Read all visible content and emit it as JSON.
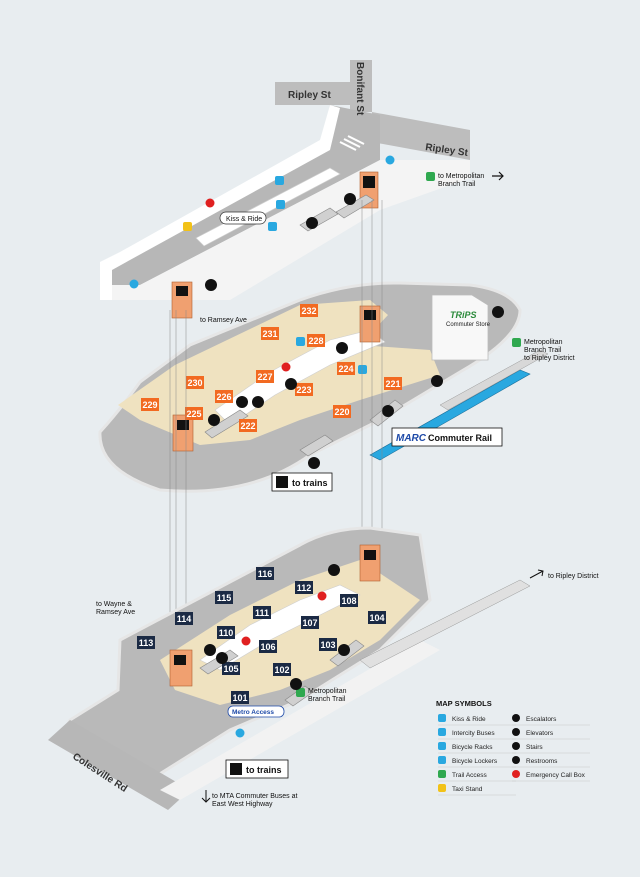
{
  "streets": {
    "ripley_left": "Ripley St",
    "bonifant": "Bonifant St",
    "ripley_right": "Ripley St",
    "colesville": "Colesville Rd"
  },
  "upper_level": {
    "kiss_ride_label": "Kiss & Ride",
    "trail_label_1": "to Metropolitan",
    "trail_label_2": "Branch Trail",
    "ramsey_label": "to Ramsey Ave"
  },
  "middle_level": {
    "bays": [
      "232",
      "231",
      "228",
      "230",
      "227",
      "224",
      "221",
      "229",
      "225",
      "226",
      "223",
      "222",
      "220"
    ],
    "trips_logo": "TRiPS",
    "trips_sub": "Commuter Store",
    "trail_label_1": "Metropolitan",
    "trail_label_2": "Branch Trail",
    "trail_label_3": "to Ripley District",
    "marc_logo": "MARC",
    "marc_label": "Commuter Rail",
    "to_trains": "to trains"
  },
  "lower_level": {
    "bays": [
      "116",
      "112",
      "115",
      "108",
      "111",
      "114",
      "104",
      "113",
      "110",
      "107",
      "106",
      "103",
      "105",
      "102",
      "101"
    ],
    "ripley_district": "to Ripley District",
    "wayne_label_1": "to Wayne &",
    "wayne_label_2": "Ramsey Ave",
    "trail_label_1": "Metropolitan",
    "trail_label_2": "Branch Trail",
    "metroaccess": "Metro Access",
    "to_trains": "to trains",
    "mta_label_1": "to MTA Commuter Buses at",
    "mta_label_2": "East West Highway"
  },
  "legend": {
    "title": "MAP SYMBOLS",
    "left": [
      {
        "label": "Kiss & Ride",
        "icon": "car-icon",
        "color": "#29a8e0"
      },
      {
        "label": "Intercity Buses",
        "icon": "bus-icon",
        "color": "#29a8e0"
      },
      {
        "label": "Bicycle Racks",
        "icon": "bike-rack-icon",
        "color": "#29a8e0"
      },
      {
        "label": "Bicycle Lockers",
        "icon": "bike-locker-icon",
        "color": "#29a8e0"
      },
      {
        "label": "Trail Access",
        "icon": "trail-icon",
        "color": "#2fa84f"
      },
      {
        "label": "Taxi Stand",
        "icon": "taxi-icon",
        "color": "#f2c218"
      }
    ],
    "right": [
      {
        "label": "Escalators",
        "icon": "escalator-icon",
        "color": "#111111"
      },
      {
        "label": "Elevators",
        "icon": "elevator-icon",
        "color": "#111111"
      },
      {
        "label": "Stairs",
        "icon": "stairs-icon",
        "color": "#111111"
      },
      {
        "label": "Restrooms",
        "icon": "restroom-icon",
        "color": "#111111"
      },
      {
        "label": "Emergency Call Box",
        "icon": "call-box-icon",
        "color": "#e02020"
      }
    ]
  },
  "colors": {
    "background": "#e8edf0",
    "road": "#b7b7b7",
    "platform": "#efe2c0",
    "bay_orange": "#f26a21",
    "bay_navy": "#1b2a44",
    "elevator": "#f0a070"
  }
}
